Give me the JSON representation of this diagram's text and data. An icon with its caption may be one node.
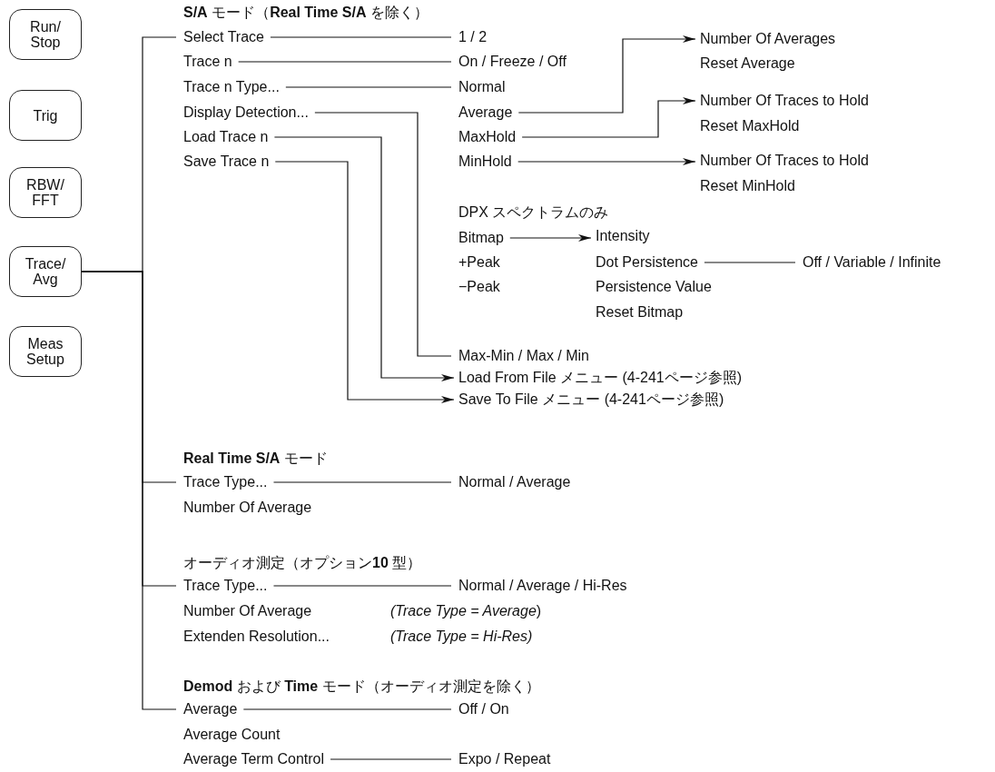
{
  "diagram": {
    "nodes": [
      {
        "text": [
          "Run/ Stop"
        ]
      },
      {
        "text": [
          "Trig"
        ]
      },
      {
        "text": [
          "RBW/ FFT"
        ]
      },
      {
        "text": [
          "Trace/ Avg"
        ]
      },
      {
        "text": [
          "Meas Setup"
        ]
      },
      {
        "text": [
          "Select Trace"
        ]
      },
      {
        "text": [
          "1 / 2"
        ]
      },
      {
        "text": [
          "Trace n"
        ]
      },
      {
        "text": [
          "On / Freeze / Off"
        ]
      },
      {
        "text": [
          "Trace n Type..."
        ]
      },
      {
        "text": [
          "Normal"
        ]
      },
      {
        "text": [
          "Display Detection..."
        ]
      },
      {
        "text": [
          "Average"
        ]
      },
      {
        "text": [
          "Load Trace n"
        ]
      },
      {
        "text": [
          "MaxHold"
        ]
      },
      {
        "text": [
          "Save Trace n"
        ]
      },
      {
        "text": [
          "MinHold"
        ]
      },
      {
        "text": [
          "Number Of Averages"
        ]
      },
      {
        "text": [
          "Number Of Traces to Hold"
        ]
      },
      {
        "text": [
          "Number Of Traces to Hold"
        ]
      },
      {
        "text": [
          "Bitmap"
        ]
      },
      {
        "text": [
          "Intensity"
        ]
      },
      {
        "text": [
          "Dot Persistence"
        ]
      },
      {
        "text": [
          "Off / Variable / Infinite"
        ]
      },
      {
        "text": [
          "Max-Min / Max / Min"
        ]
      },
      {
        "text": [
          "Load From File メニュー (4-241ページ参照)"
        ]
      },
      {
        "text": [
          "Save To File メニュー (4-241ページ参照)"
        ]
      },
      {
        "text": [
          "Trace Type..."
        ]
      },
      {
        "text": [
          "Normal / Average"
        ]
      },
      {
        "text": [
          "Trace Type..."
        ]
      },
      {
        "text": [
          "Normal / Average / Hi-Res"
        ]
      },
      {
        "text": [
          "Average"
        ]
      },
      {
        "text": [
          "Off / On"
        ]
      },
      {
        "text": [
          "Average Term Control"
        ]
      },
      {
        "text": [
          "Expo / Repeat"
        ]
      }
    ],
    "edges": [
      {
        "from": 3,
        "to": 5,
        "arrow": "none"
      },
      {
        "from": 3,
        "to": 27,
        "arrow": "none"
      },
      {
        "from": 3,
        "to": 29,
        "arrow": "none"
      },
      {
        "from": 3,
        "to": 31,
        "arrow": "none"
      },
      {
        "from": 5,
        "to": 6,
        "arrow": "none"
      },
      {
        "from": 7,
        "to": 8,
        "arrow": "none"
      },
      {
        "from": 9,
        "to": 10,
        "arrow": "none"
      },
      {
        "from": 11,
        "to": 24,
        "arrow": "none"
      },
      {
        "from": 13,
        "to": 25,
        "arrow": "to"
      },
      {
        "from": 15,
        "to": 26,
        "arrow": "to"
      },
      {
        "from": 12,
        "to": 17,
        "arrow": "to"
      },
      {
        "from": 14,
        "to": 18,
        "arrow": "to"
      },
      {
        "from": 16,
        "to": 19,
        "arrow": "to"
      },
      {
        "from": 20,
        "to": 21,
        "arrow": "to"
      },
      {
        "from": 22,
        "to": 23,
        "arrow": "none"
      },
      {
        "from": 27,
        "to": 28,
        "arrow": "none"
      },
      {
        "from": 29,
        "to": 30,
        "arrow": "none"
      },
      {
        "from": 31,
        "to": 32,
        "arrow": "none"
      },
      {
        "from": 33,
        "to": 34,
        "arrow": "none"
      }
    ],
    "labels": [
      "**S/A** モード（**Real Time S/A** を除く）",
      "Reset Average",
      "Reset MaxHold",
      "Reset MinHold",
      "DPX スペクトラムのみ",
      "+Peak",
      "−Peak",
      "Persistence Value",
      "Reset Bitmap",
      "**Real Time S/A** モード",
      "Number Of Average",
      "オーディオ測定（オプション**10** 型）",
      "Number Of Average",
      "*(Trace Type = Average*)",
      "Extenden Resolution...",
      "(Trace Type = Hi-Res)",
      "**Demod** および **Time** モード（オーディオ測定を除く）",
      "Average Count"
    ]
  }
}
